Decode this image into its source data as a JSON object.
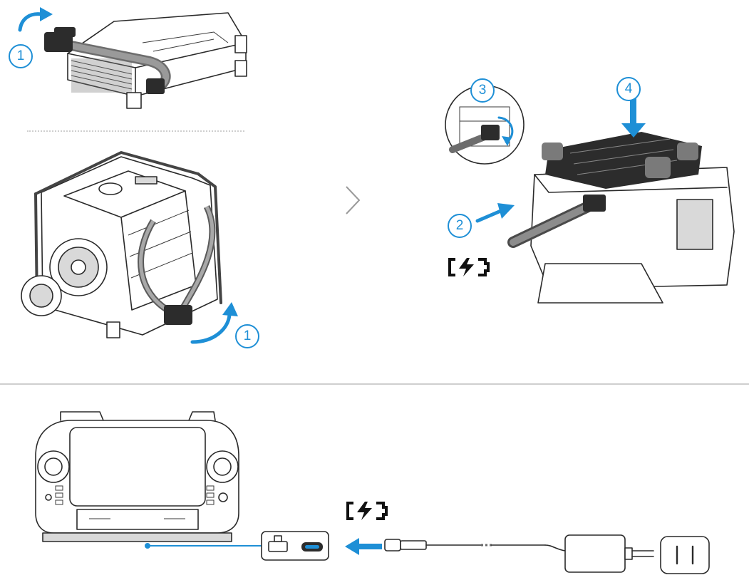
{
  "steps": {
    "step1_top": "1",
    "step1_bottom": "1",
    "step2": "2",
    "step3": "3",
    "step4": "4"
  },
  "icons": {
    "charging": "charging-plug-icon",
    "next": "chevron-right-icon"
  },
  "colors": {
    "accent": "#1e8fd6",
    "line": "#2a2a2a",
    "divider": "#cfcfcf"
  }
}
